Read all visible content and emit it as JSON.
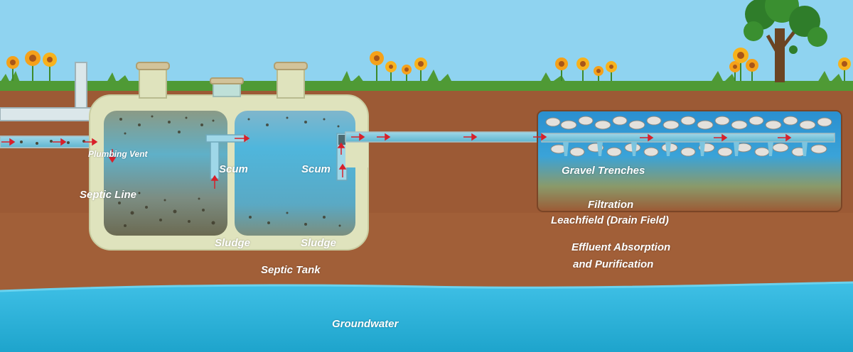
{
  "labels": {
    "plumbing_vent": "Plumbing Vent",
    "septic_line": "Septic Line",
    "scum_left": "Scum",
    "scum_right": "Scum",
    "sludge_left": "Sludge",
    "sludge_right": "Sludge",
    "septic_tank": "Septic Tank",
    "gravel_trenches": "Gravel Trenches",
    "filtration": "Filtration",
    "leachfield": "Leachfield (Drain Field)",
    "effluent_line1": "Effluent Absorption",
    "effluent_line2": "and Purification",
    "groundwater": "Groundwater"
  },
  "colors": {
    "sky": "#8fd3f0",
    "soil": "#9c5a35",
    "grass": "#4f9a35",
    "groundwater": "#2aaed6",
    "tank_shell": "#dfe3bd",
    "flow_arrow": "#d8202a",
    "label_text": "#ffffff"
  },
  "icons": [
    "flower-icon",
    "tree-icon",
    "flow-arrow-icon",
    "gravel-stone-icon"
  ]
}
